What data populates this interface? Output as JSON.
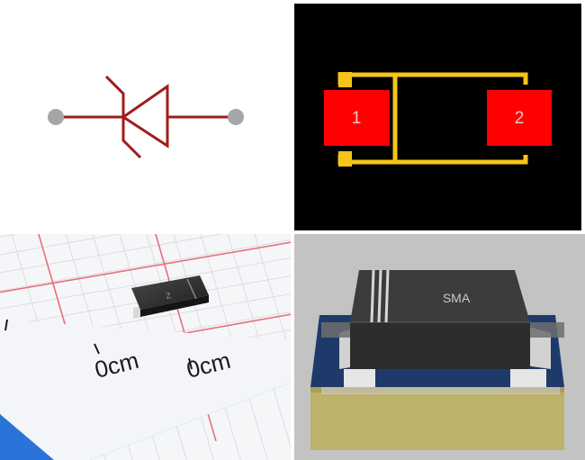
{
  "symbol": {
    "colors": {
      "line": "#a01c1c",
      "pin": "#a6a6a6",
      "background": "#ffffff"
    },
    "icon": "zener-diode-symbol"
  },
  "footprint": {
    "colors": {
      "silkscreen": "#f5c518",
      "pad": "#ff0000",
      "background": "#000000"
    },
    "pads": [
      {
        "label": "1"
      },
      {
        "label": "2"
      }
    ]
  },
  "photo": {
    "ruler_labels": [
      "0cm",
      "0cm"
    ],
    "colors": {
      "grid": "#e8707a",
      "ruler": "#2a73d8",
      "component": "#2a2a2a"
    },
    "marking": "Z"
  },
  "model": {
    "package_label": "SMA",
    "colors": {
      "body": "#3c3c3c",
      "lead": "#d2d2d2",
      "board_top": "#1d3a6a",
      "board_side": "#c9c074",
      "background": "#c3c3c3"
    }
  }
}
